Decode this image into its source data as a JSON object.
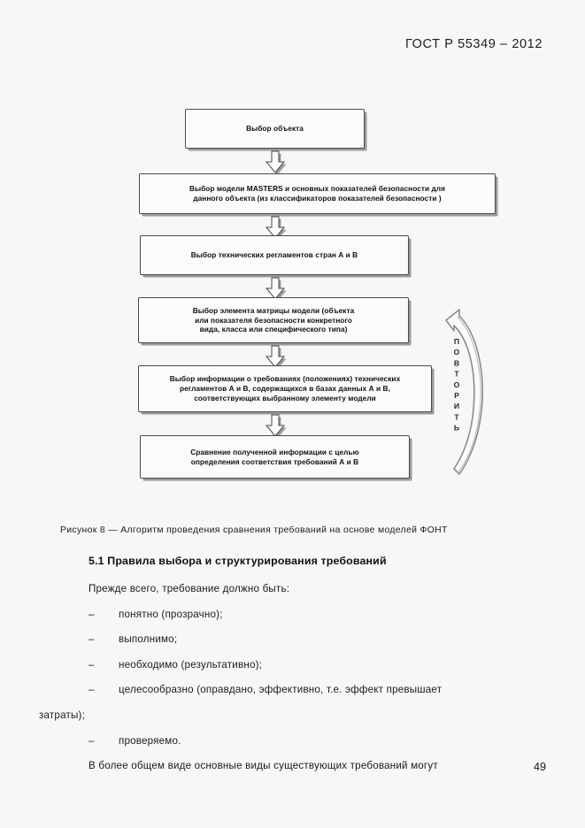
{
  "document": {
    "header": "ГОСТ Р 55349 – 2012",
    "page_number": "49"
  },
  "figure": {
    "caption": "Рисунок 8 — Алгоритм проведения сравнения требований на основе моделей ФОНТ",
    "loop_label": "ПОВТОРИТЬ",
    "boxes": [
      {
        "id": "box-1",
        "text": "Выбор объекта"
      },
      {
        "id": "box-2",
        "line1": "Выбор модели MASTERS и основных  показателей безопасности для",
        "line2": "данного объекта (из классификаторов показателей безопасности )"
      },
      {
        "id": "box-3",
        "text": "Выбор технических регламентов стран А и В"
      },
      {
        "id": "box-4",
        "line1": "Выбор элемента матрицы модели (объекта",
        "line2": "или показателя безопасности конкретного",
        "line3": "вида, класса или специфического типа)"
      },
      {
        "id": "box-5",
        "line1": "Выбор информации о требованиях (положениях) технических",
        "line2": "регламентов А и В, содержащихся в базах данных А и В,",
        "line3": "соответствующих выбранному элементу модели"
      },
      {
        "id": "box-6",
        "line1": "Сравнение полученной информации с целью",
        "line2": "определения соответствия требований А и В"
      }
    ]
  },
  "section": {
    "number_and_title": "5.1  Правила выбора и структурирования требований",
    "intro": "Прежде всего, требование должно быть:",
    "dash": "–",
    "bullets": [
      "понятно (прозрачно);",
      "выполнимо;",
      "необходимо (результативно);",
      "целесообразно   (оправдано,   эффективно,   т.е.   эффект   превышает",
      "проверяемо."
    ],
    "bullet4_continuation": "затраты);",
    "closing_paragraph": "В  более  общем  виде  основные  виды  существующих  требований  могут"
  }
}
